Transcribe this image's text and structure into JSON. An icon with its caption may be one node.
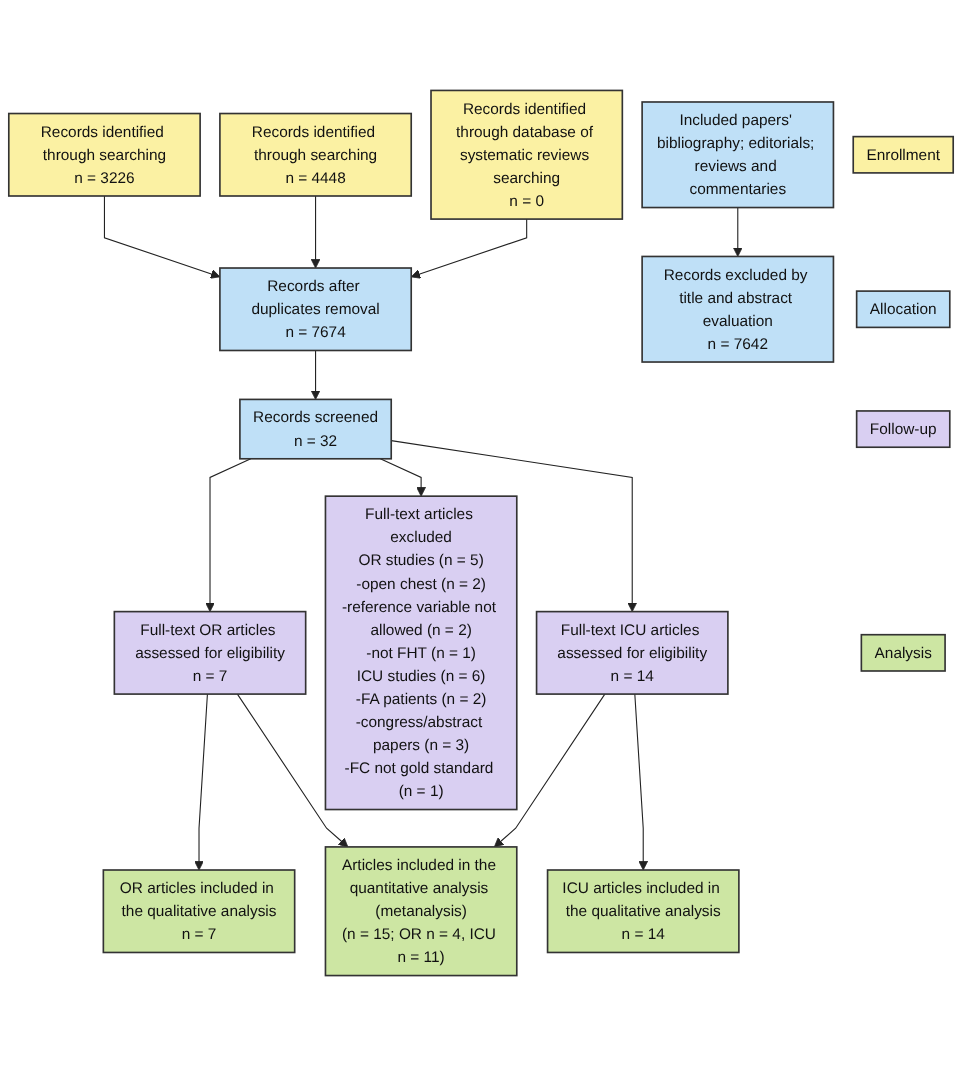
{
  "diagram": {
    "nodes": [
      {
        "text": [
          "Records identified through searching",
          "n = 3226"
        ]
      },
      {
        "text": [
          "Records identified through searching",
          "n = 4448"
        ]
      },
      {
        "text": [
          "Records identified through database of systematic reviews searching",
          "n = 0"
        ]
      },
      {
        "text": [
          "Enrollment"
        ]
      },
      {
        "text": [
          "Records after duplicates removal",
          "n = 7674"
        ]
      },
      {
        "text": [
          "Records excluded by title and abstract evaluation",
          "n = 7642"
        ]
      },
      {
        "text": [
          "Included papers' bibliography; editorials; reviews and commentaries"
        ]
      },
      {
        "text": [
          "Records screened",
          "n = 32"
        ]
      },
      {
        "text": [
          "Allocation"
        ]
      },
      {
        "text": [
          "Full-text OR articles assessed for eligibility",
          "n = 7"
        ]
      },
      {
        "text": [
          "Full-text articles excluded",
          "OR studies (n = 5)",
          "-open chest (n = 2)",
          "-reference variable not allowed (n = 2)",
          "-not FHT (n = 1)",
          "ICU studies (n = 6)",
          "-FA patients (n = 2)",
          "-congress/abstract papers (n = 3)",
          "-FC not gold standard (n = 1)"
        ]
      },
      {
        "text": [
          "Full-text ICU articles assessed for eligibility",
          "n = 14"
        ]
      },
      {
        "text": [
          "Follow-up"
        ]
      },
      {
        "text": [
          "OR articles included in the qualitative analysis",
          "n = 7"
        ]
      },
      {
        "text": [
          "ICU articles included in the qualitative analysis",
          "n = 14"
        ]
      },
      {
        "text": [
          "Articles included in the quantitative analysis (metanalysis)",
          "(n = 15; OR n = 4, ICU n = 11)"
        ]
      },
      {
        "text": [
          "Analysis"
        ]
      }
    ],
    "edges": [
      {
        "from": 0,
        "to": 4,
        "arrow": "to"
      },
      {
        "from": 1,
        "to": 4,
        "arrow": "to"
      },
      {
        "from": 2,
        "to": 4,
        "arrow": "to"
      },
      {
        "from": 4,
        "to": 7,
        "arrow": "to"
      },
      {
        "from": 6,
        "to": 5,
        "arrow": "to"
      },
      {
        "from": 7,
        "to": 9,
        "arrow": "to"
      },
      {
        "from": 7,
        "to": 10,
        "arrow": "to"
      },
      {
        "from": 7,
        "to": 11,
        "arrow": "to"
      },
      {
        "from": 9,
        "to": 13,
        "arrow": "to"
      },
      {
        "from": 9,
        "to": 15,
        "arrow": "to"
      },
      {
        "from": 11,
        "to": 14,
        "arrow": "to"
      },
      {
        "from": 11,
        "to": 15,
        "arrow": "to"
      }
    ]
  }
}
